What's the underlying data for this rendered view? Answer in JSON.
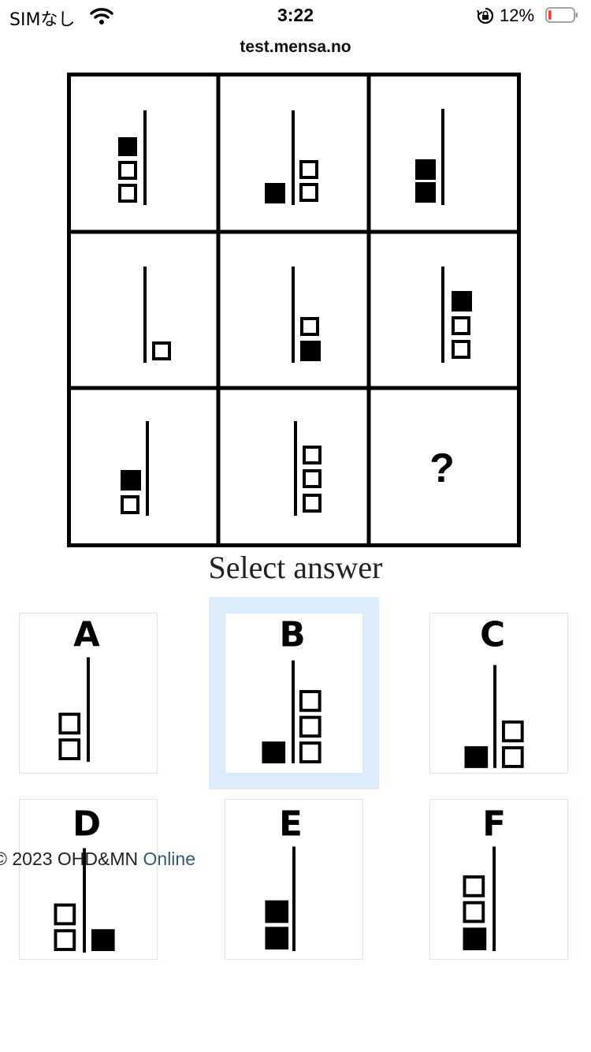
{
  "status_bar": {
    "carrier": "SIMなし",
    "time": "3:22",
    "battery_percent": "12%",
    "battery_level": 0.12,
    "battery_color": "#ff3b30"
  },
  "browser": {
    "url": "test.mensa.no"
  },
  "puzzle": {
    "missing_symbol": "?"
  },
  "select_answer_label": "Select answer",
  "options": [
    {
      "letter": "A",
      "selected": false
    },
    {
      "letter": "B",
      "selected": true
    },
    {
      "letter": "C",
      "selected": false
    },
    {
      "letter": "D",
      "selected": false
    },
    {
      "letter": "E",
      "selected": false
    },
    {
      "letter": "F",
      "selected": false
    }
  ],
  "footer": {
    "copyright": "© 2023 OHD&MN ",
    "link_text": "Online"
  },
  "colors": {
    "selection_highlight": "#dcecfb",
    "option_border": "#d6e6f5",
    "link": "#2d5c73"
  }
}
